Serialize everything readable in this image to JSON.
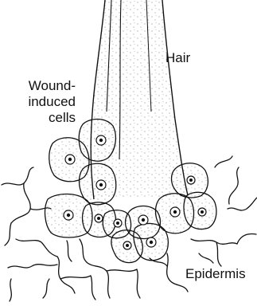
{
  "labels": {
    "hair": "Hair",
    "wound_line1": "Wound-",
    "wound_line2": "induced",
    "wound_line3": "cells",
    "epidermis": "Epidermis"
  },
  "colors": {
    "ink": "#111111",
    "background": "#ffffff",
    "stipple": "#555555"
  }
}
